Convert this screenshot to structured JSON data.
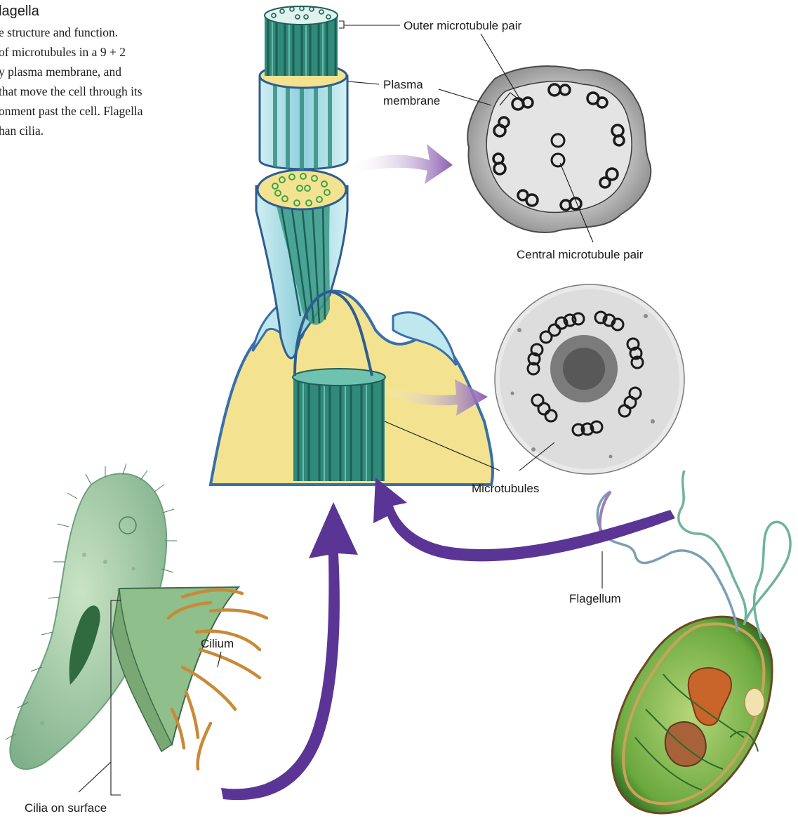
{
  "caption": {
    "title": "lagella",
    "lines": [
      "e structure and function.",
      "of microtubules in a 9 + 2",
      "y plasma membrane, and",
      "that move the cell through its",
      "onment past the cell. Flagella",
      "han cilia."
    ]
  },
  "labels": {
    "outer_pair": "Outer microtubule pair",
    "plasma_line1": "Plasma",
    "plasma_line2": "membrane",
    "central_pair": "Central microtubule pair",
    "microtubules": "Microtubules",
    "flagellum": "Flagellum",
    "cilium": "Cilium",
    "cilia_surface": "Cilia on surface"
  },
  "colors": {
    "arrow": "#5a3596",
    "microtubule": "#2f8a7a",
    "membrane": "#9fd3de",
    "cytoplasm": "#f3e390",
    "paramecium": "#9cc79f",
    "euglena": "#6aa83e"
  }
}
